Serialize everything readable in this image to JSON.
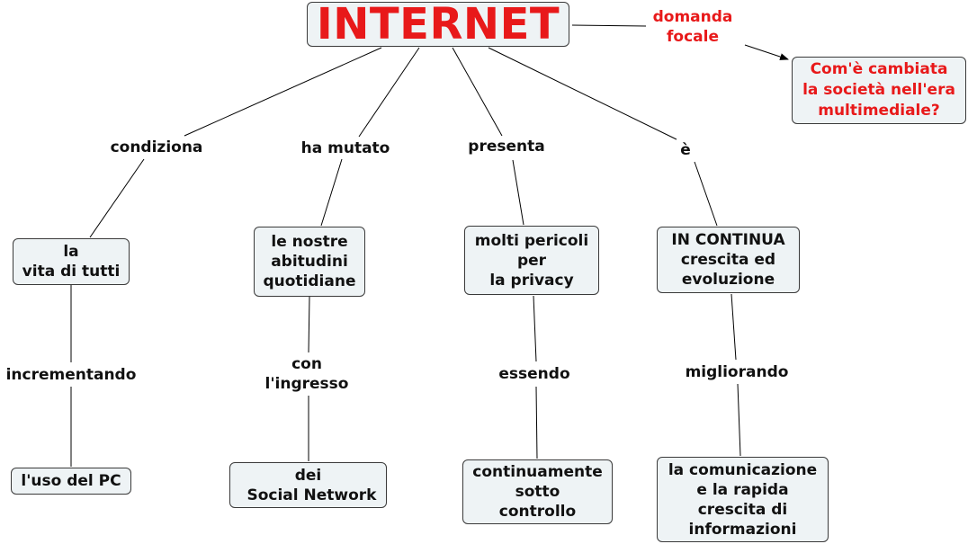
{
  "colors": {
    "accent": "#e8191a",
    "node_fill": "#eef3f5",
    "node_border": "#3a3a3a",
    "text": "#111111",
    "line": "#000000"
  },
  "concepts": {
    "internet": "INTERNET",
    "question": [
      "Com'è cambiata",
      "la società nell'era",
      "multimediale?"
    ],
    "vita": [
      "la",
      "vita di tutti"
    ],
    "abitudini": [
      "le nostre",
      "abitudini",
      "quotidiane"
    ],
    "pericoli": [
      "molti pericoli",
      "per",
      "la privacy"
    ],
    "crescita": [
      "IN CONTINUA",
      "crescita ed",
      "evoluzione"
    ],
    "pc": [
      "l'uso del PC"
    ],
    "social": [
      "dei",
      "Social Network"
    ],
    "controllo": [
      "continuamente",
      "sotto",
      "controllo"
    ],
    "comunicazione": [
      "la comunicazione",
      "e la rapida",
      "crescita di",
      "informazioni"
    ]
  },
  "linking_phrases": {
    "domanda_focale": [
      "domanda",
      "focale"
    ],
    "condiziona": "condiziona",
    "ha_mutato": "ha mutato",
    "presenta": "presenta",
    "e": "è",
    "incrementando": "incrementando",
    "con_ingresso": [
      "con",
      "l'ingresso"
    ],
    "essendo": "essendo",
    "migliorando": "migliorando"
  }
}
